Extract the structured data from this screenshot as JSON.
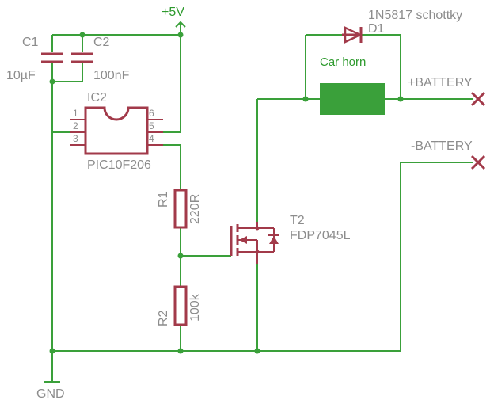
{
  "net_labels": {
    "vcc": "+5V",
    "gnd": "GND",
    "battery_pos": "+BATTERY",
    "battery_neg": "-BATTERY"
  },
  "components": {
    "c1": {
      "ref": "C1",
      "value": "10µF"
    },
    "c2": {
      "ref": "C2",
      "value": "100nF"
    },
    "ic2": {
      "ref": "IC2",
      "value": "PIC10F206",
      "pins": [
        "1",
        "2",
        "3",
        "4",
        "5",
        "6"
      ]
    },
    "r1": {
      "ref": "R1",
      "value": "220R"
    },
    "r2": {
      "ref": "R2",
      "value": "100k"
    },
    "t2": {
      "ref": "T2",
      "value": "FDP7045L"
    },
    "d1": {
      "ref": "D1",
      "value": "1N5817 schottky"
    },
    "horn": {
      "label": "Car horn"
    }
  },
  "colors": {
    "wire": "#3aa03a",
    "symbol": "#a23a4a",
    "text": "#8c8c8c",
    "horn_fill": "#3aa03a"
  }
}
